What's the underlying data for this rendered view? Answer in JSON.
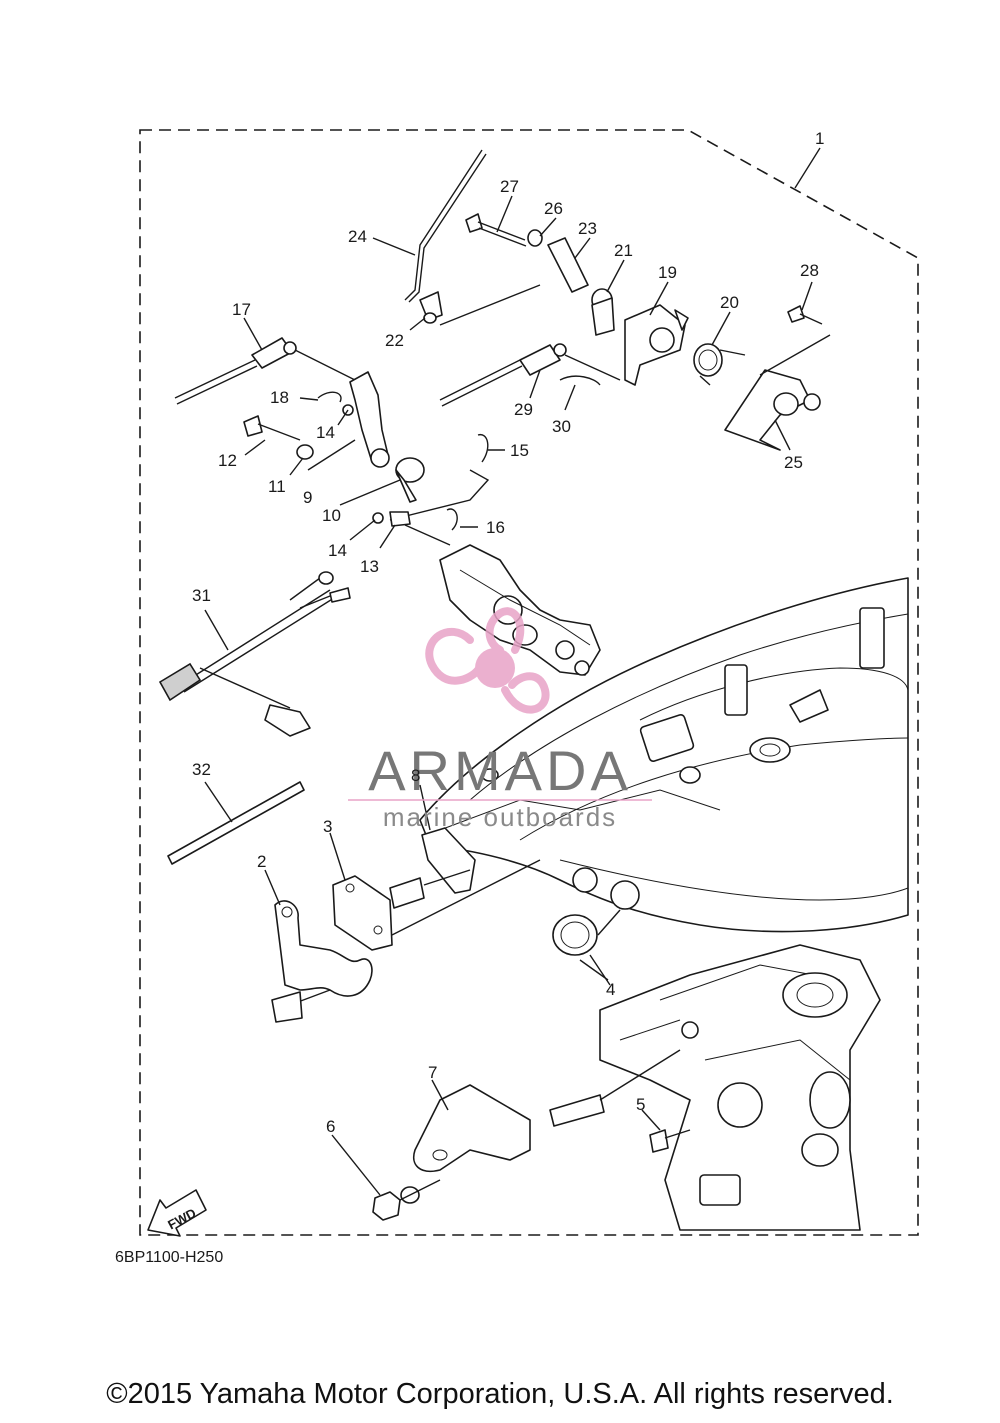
{
  "diagram_code": "6BP1100-H250",
  "copyright": "©2015 Yamaha Motor Corporation, U.S.A. All rights reserved.",
  "watermark": {
    "brand": "ARMADA",
    "tagline": "marine outboards",
    "logo_color": "#e8a3c7"
  },
  "fwd_label": "FWD",
  "part_numbers": {
    "p1": "1",
    "p2": "2",
    "p3": "3",
    "p4": "4",
    "p5": "5",
    "p6": "6",
    "p7": "7",
    "p8": "8",
    "p9": "9",
    "p10": "10",
    "p11": "11",
    "p12": "12",
    "p13": "13",
    "p14a": "14",
    "p14b": "14",
    "p15": "15",
    "p16": "16",
    "p17": "17",
    "p18": "18",
    "p19": "19",
    "p20": "20",
    "p21": "21",
    "p22": "22",
    "p23": "23",
    "p24": "24",
    "p25": "25",
    "p26": "26",
    "p27": "27",
    "p28": "28",
    "p29": "29",
    "p30": "30",
    "p31": "31",
    "p32": "32"
  }
}
